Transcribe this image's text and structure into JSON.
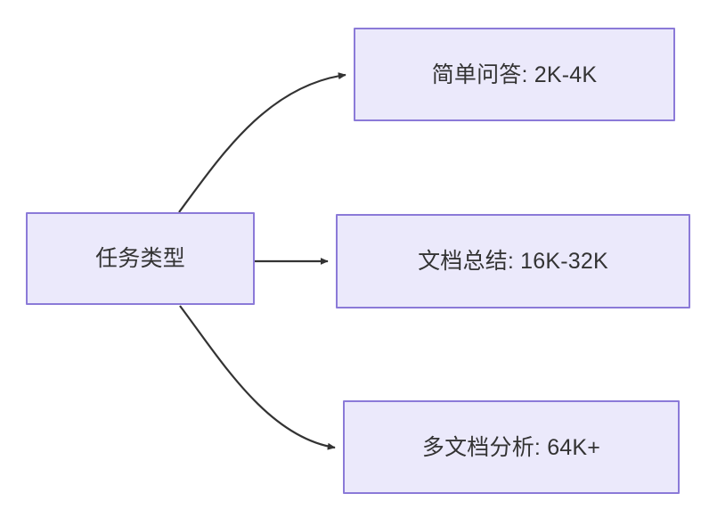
{
  "diagram": {
    "type": "flowchart",
    "direction": "left-to-right",
    "background_color": "#ffffff",
    "node_fill_color": "#ebe9fb",
    "node_border_color": "#8b7ad8",
    "node_text_color": "#333333",
    "edge_color": "#333333",
    "nodes": [
      {
        "id": "root",
        "label": "任务类型",
        "role": "source"
      },
      {
        "id": "simple-qa",
        "label": "简单问答: 2K-4K",
        "role": "target"
      },
      {
        "id": "doc-summary",
        "label": "文档总结: 16K-32K",
        "role": "target"
      },
      {
        "id": "multi-doc",
        "label": "多文档分析: 64K+",
        "role": "target"
      }
    ],
    "edges": [
      {
        "id": "edge-root-simple-qa",
        "from": "root",
        "to": "simple-qa",
        "style": "curved",
        "arrowhead": "filled-triangle"
      },
      {
        "id": "edge-root-doc-summary",
        "from": "root",
        "to": "doc-summary",
        "style": "straight",
        "arrowhead": "filled-triangle"
      },
      {
        "id": "edge-root-multi-doc",
        "from": "root",
        "to": "multi-doc",
        "style": "curved",
        "arrowhead": "filled-triangle"
      }
    ]
  }
}
